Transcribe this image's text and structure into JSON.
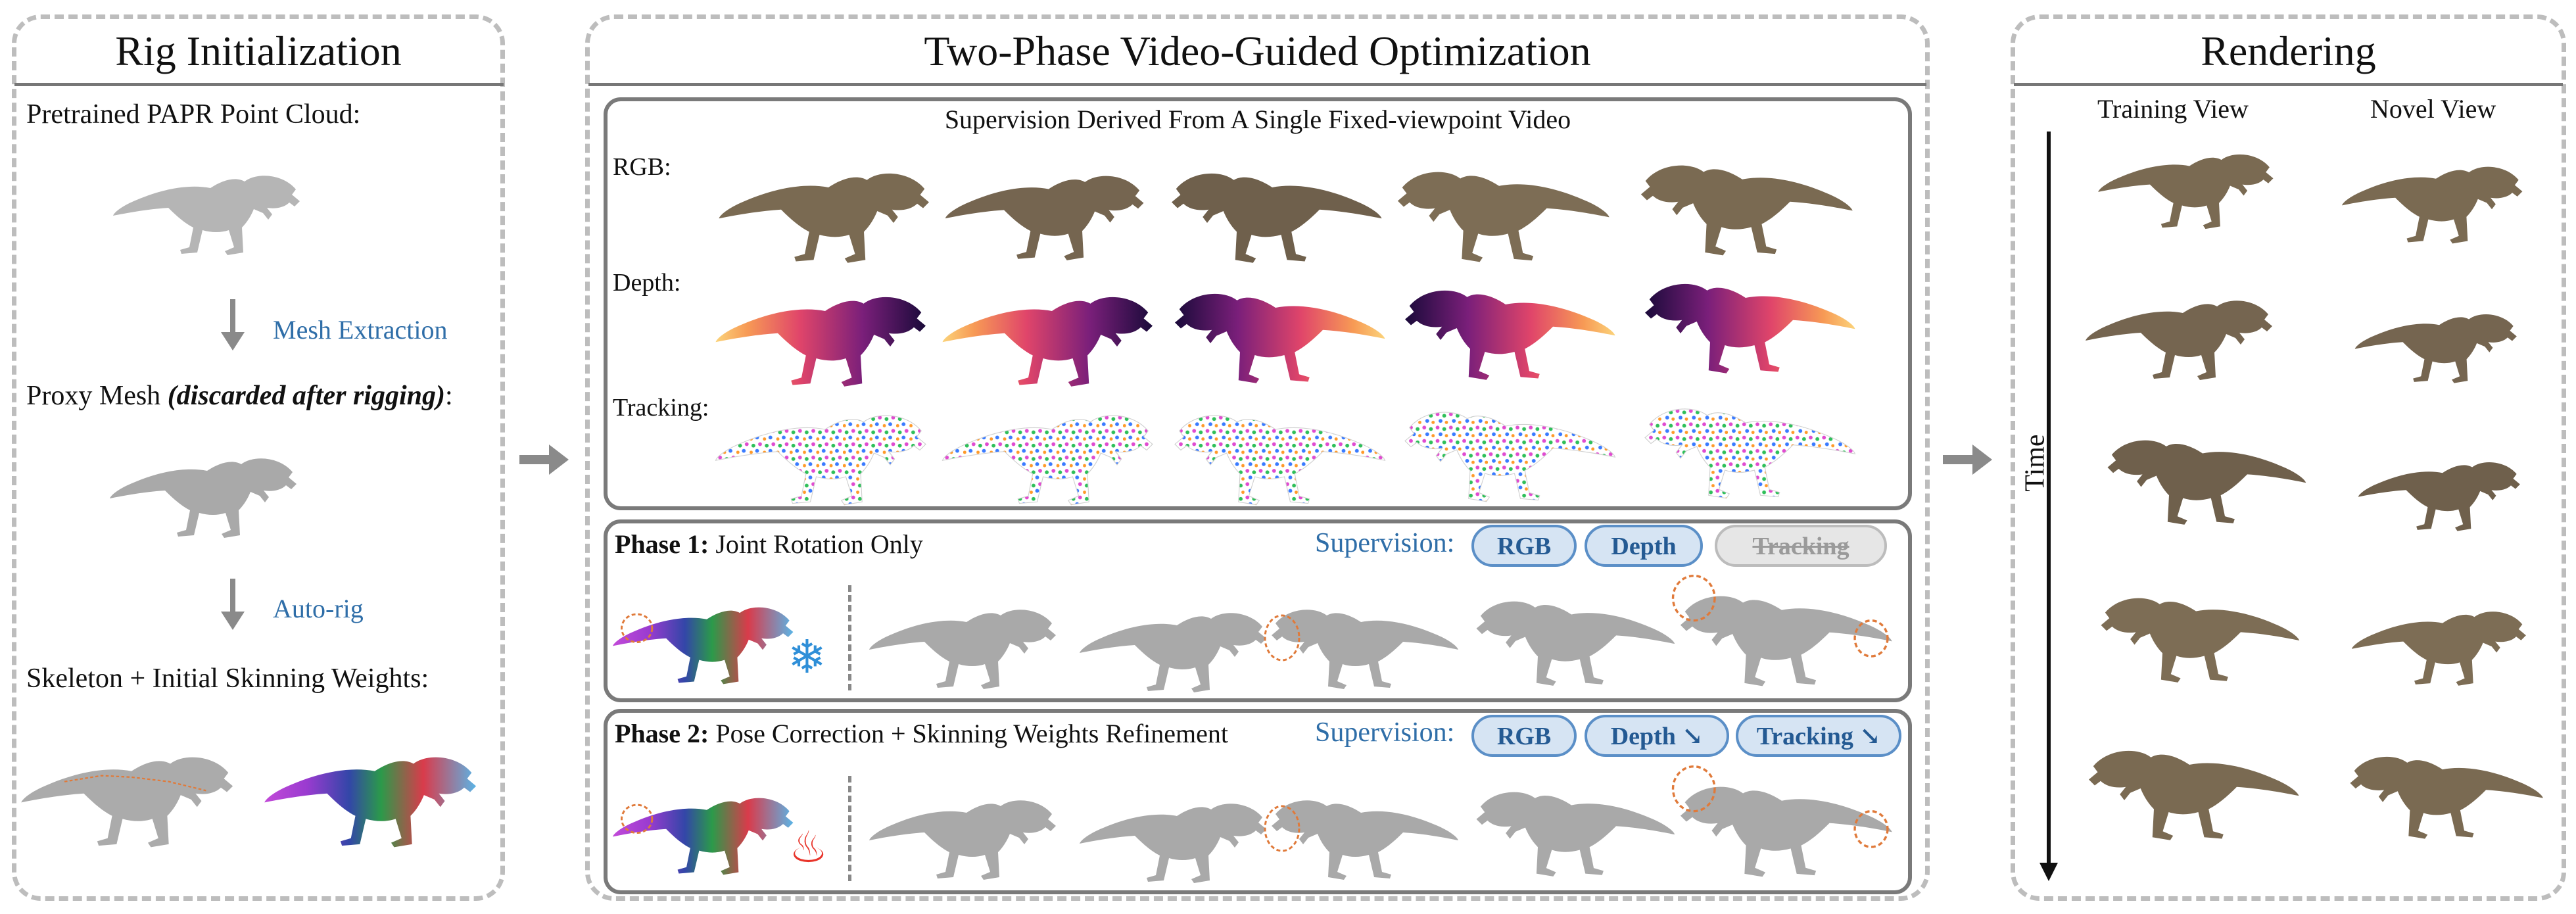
{
  "left": {
    "title": "Rig Initialization",
    "pretrained_label": "Pretrained PAPR Point Cloud:",
    "mesh_extraction": "Mesh Extraction",
    "proxy_label_a": "Proxy Mesh ",
    "proxy_label_b": "(discarded after rigging)",
    "proxy_label_c": ":",
    "auto_rig": "Auto-rig",
    "skeleton_label": "Skeleton + Initial Skinning Weights:"
  },
  "middle": {
    "title": "Two-Phase Video-Guided Optimization",
    "supervision_header": "Supervision Derived From A Single Fixed-viewpoint Video",
    "row_rgb": "RGB:",
    "row_depth": "Depth:",
    "row_tracking": "Tracking:",
    "phase1": {
      "bold": "Phase 1:",
      "text": " Joint Rotation Only",
      "supervision": "Supervision:",
      "pills": [
        {
          "label": "RGB",
          "active": true
        },
        {
          "label": "Depth",
          "active": true
        },
        {
          "label": "Tracking",
          "active": false
        }
      ]
    },
    "phase2": {
      "bold": "Phase 2:",
      "text": " Pose Correction + Skinning Weights Refinement",
      "supervision": "Supervision:",
      "pills": [
        {
          "label": "RGB",
          "active": true
        },
        {
          "label": "Depth ↘",
          "active": true
        },
        {
          "label": "Tracking ↘",
          "active": true
        }
      ]
    }
  },
  "right": {
    "title": "Rendering",
    "col_training": "Training View",
    "col_novel": "Novel View",
    "time_label": "Time"
  },
  "colors": {
    "accent_blue": "#2f6ea8",
    "pill_fill": "#d6e4f3",
    "panel_border": "#bdbdbd",
    "dino_brown": "#7a6a52",
    "mesh_gray": "#a9a9a9",
    "circle_orange": "#e07a3a"
  }
}
